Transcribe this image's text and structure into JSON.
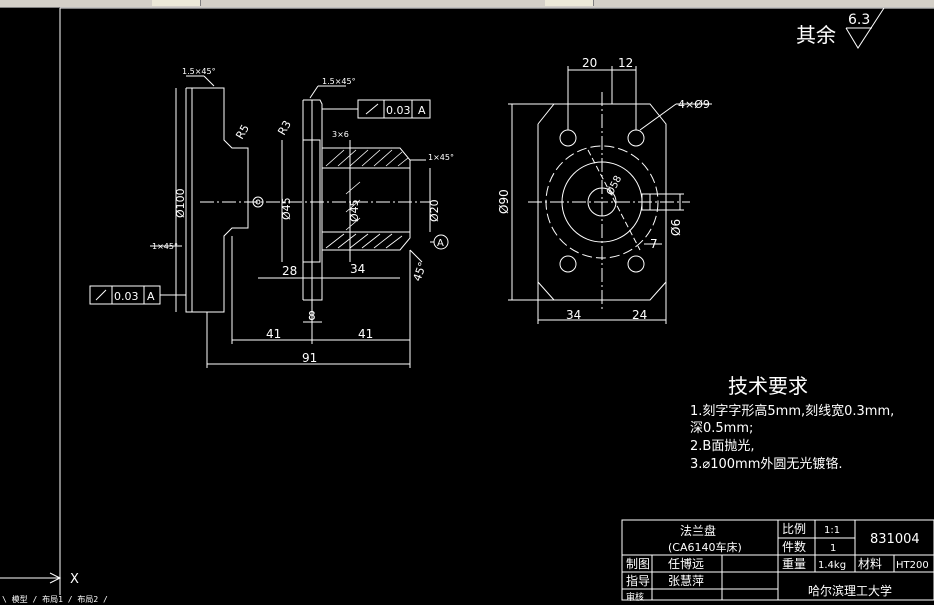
{
  "drawing": {
    "roughness": {
      "label": "其余",
      "value": "6.3"
    },
    "front_view": {
      "chamfer_top": "1.5×45°",
      "chamfer_mid": "1.5×45°",
      "chamfer_right": "1×45°",
      "chamfer_left": "1×45°",
      "radius_r5": "R5",
      "radius_r3": "R3",
      "hole_3x6": "3×6",
      "dia_100": "Ø100",
      "dia_45a": "Ø45",
      "dia_45b": "Ø45",
      "dia_20": "Ø20",
      "angle_45": "45°",
      "dim_28": "28",
      "dim_34": "34",
      "dim_8": "8",
      "dim_41a": "41",
      "dim_41b": "41",
      "dim_91": "91",
      "datum_a": "A",
      "runout_top": {
        "value": "0.03",
        "datum": "A"
      },
      "runout_left": {
        "value": "0.03",
        "datum": "A"
      }
    },
    "side_view": {
      "dim_20": "20",
      "dim_12": "12",
      "holes": "4×Ø9",
      "dia_90": "Ø90",
      "dia_6": "Ø6",
      "dim_7": "7",
      "dim_34": "34",
      "dim_24": "24",
      "pcd": "Ø58"
    },
    "tech": {
      "title": "技术要求",
      "lines": [
        "1.刻字字形高5mm,刻线宽0.3mm,",
        "深0.5mm;",
        "2.B面抛光,",
        "3.⌀100mm外圆无光镀铬."
      ]
    },
    "title_block": {
      "part_name": "法兰盘",
      "machine": "(CA6140车床)",
      "scale_label": "比例",
      "scale_value": "1:1",
      "qty_label": "件数",
      "qty_value": "1",
      "drawing_no": "831004",
      "drawn_label": "制图",
      "drawn_by": "任博远",
      "guide_label": "指导",
      "guide_by": "张慧萍",
      "weight_label": "重量",
      "weight_value": "1.4kg",
      "material_label": "材料",
      "material_value": "HT200",
      "school": "哈尔滨理工大学",
      "review_label": "审核"
    },
    "ucs_x": "X",
    "layout_tabs": "\\ 模型 / 布局1 / 布局2 /"
  }
}
